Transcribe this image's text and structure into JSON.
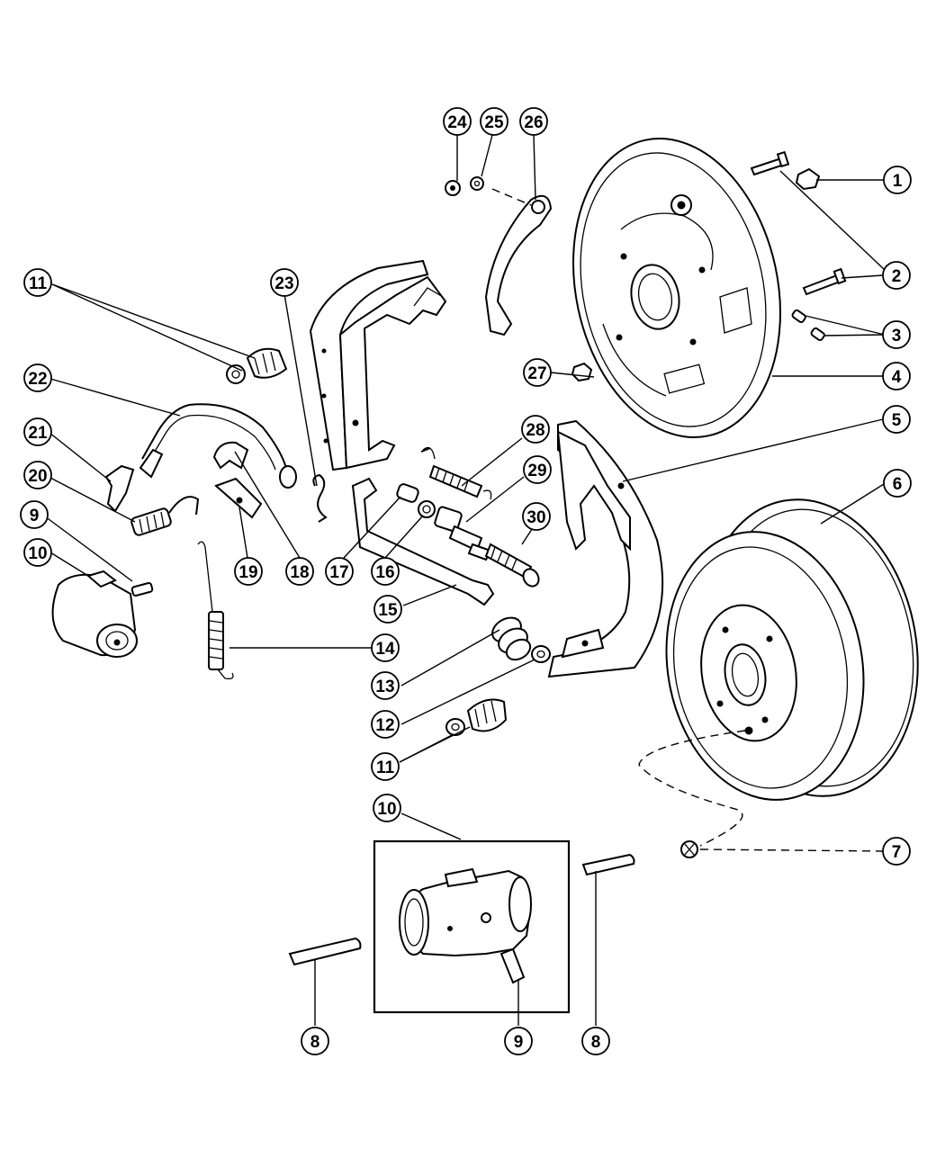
{
  "diagram": {
    "callouts": {
      "c1": "1",
      "c2": "2",
      "c3": "3",
      "c4": "4",
      "c5": "5",
      "c6": "6",
      "c7": "7",
      "c8a": "8",
      "c8b": "8",
      "c9a": "9",
      "c9b": "9",
      "c10a": "10",
      "c10b": "10",
      "c11a": "11",
      "c11b": "11",
      "c12": "12",
      "c13": "13",
      "c14": "14",
      "c15": "15",
      "c16": "16",
      "c17": "17",
      "c18": "18",
      "c19": "19",
      "c20": "20",
      "c21": "21",
      "c22": "22",
      "c23": "23",
      "c24": "24",
      "c25": "25",
      "c26": "26",
      "c27": "27",
      "c28": "28",
      "c29": "29",
      "c30": "30"
    }
  }
}
